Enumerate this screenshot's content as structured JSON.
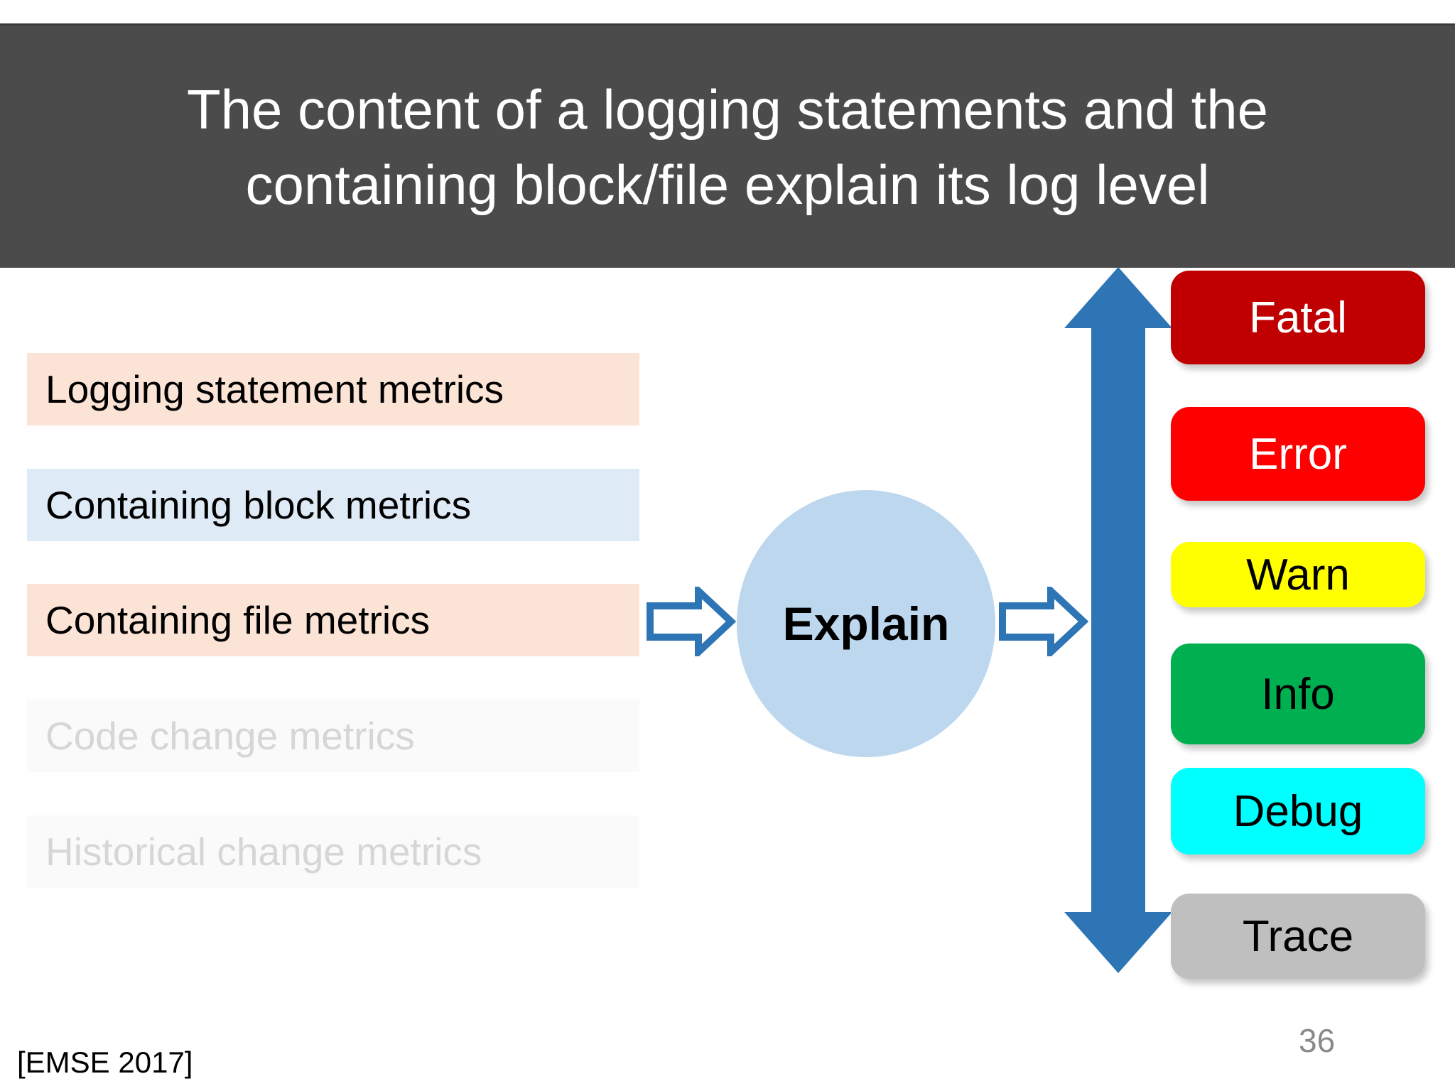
{
  "slide": {
    "title_line1": "The content of a logging statements and the",
    "title_line2": "containing block/file explain its log level",
    "citation": "[EMSE 2017]",
    "page_number": "36"
  },
  "metrics": {
    "items": [
      {
        "label": "Logging statement metrics",
        "state": "highlighted",
        "bg": "#FBE4D5"
      },
      {
        "label": "Containing block metrics",
        "state": "highlighted",
        "bg": "#DEEAF5"
      },
      {
        "label": "Containing file metrics",
        "state": "highlighted",
        "bg": "#FBE4D5"
      },
      {
        "label": "Code change metrics",
        "state": "faded",
        "bg": "#FAFAFA"
      },
      {
        "label": "Historical change metrics",
        "state": "faded",
        "bg": "#FAFAFA"
      }
    ]
  },
  "process": {
    "label": "Explain"
  },
  "log_levels": [
    {
      "label": "Fatal",
      "bg": "#C00000",
      "text_color": "#FFFFFF"
    },
    {
      "label": "Error",
      "bg": "#FF0000",
      "text_color": "#FFFFFF"
    },
    {
      "label": "Warn",
      "bg": "#FFFF00",
      "text_color": "#000000"
    },
    {
      "label": "Info",
      "bg": "#00B050",
      "text_color": "#000000"
    },
    {
      "label": "Debug",
      "bg": "#00FFFF",
      "text_color": "#000000"
    },
    {
      "label": "Trace",
      "bg": "#BFBFBF",
      "text_color": "#000000"
    }
  ],
  "colors": {
    "header_bg": "#4B4B4B",
    "arrow_blue": "#2E75B6",
    "ellipse_blue": "#BDD7EE",
    "page_bg": "#FFFFFF"
  }
}
